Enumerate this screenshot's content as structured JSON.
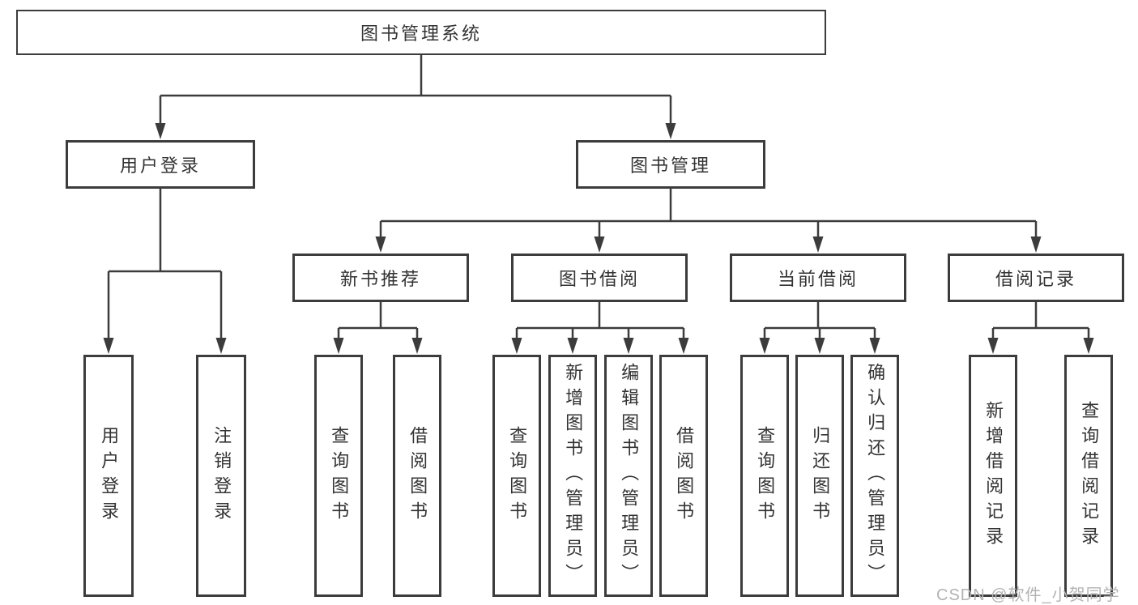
{
  "tree": {
    "root": {
      "label": "图书管理系统"
    },
    "children": [
      {
        "label": "用户登录",
        "children": [
          {
            "label": "用户登录"
          },
          {
            "label": "注销登录"
          }
        ]
      },
      {
        "label": "图书管理",
        "children": [
          {
            "label": "新书推荐",
            "children": [
              {
                "label": "查询图书"
              },
              {
                "label": "借阅图书"
              }
            ]
          },
          {
            "label": "图书借阅",
            "children": [
              {
                "label": "查询图书"
              },
              {
                "label": "新增图书（管理员）"
              },
              {
                "label": "编辑图书（管理员）"
              },
              {
                "label": "借阅图书"
              }
            ]
          },
          {
            "label": "当前借阅",
            "children": [
              {
                "label": "查询图书"
              },
              {
                "label": "归还图书"
              },
              {
                "label": "确认归还（管理员）"
              }
            ]
          },
          {
            "label": "借阅记录",
            "children": [
              {
                "label": "新增借阅记录"
              },
              {
                "label": "查询借阅记录"
              }
            ]
          }
        ]
      }
    ]
  },
  "watermark": "CSDN @软件_小贺同学",
  "colors": {
    "line": "#3c3c3c",
    "text": "#333333",
    "box_background": "#ffffff",
    "watermark": "#b3b3b3"
  }
}
